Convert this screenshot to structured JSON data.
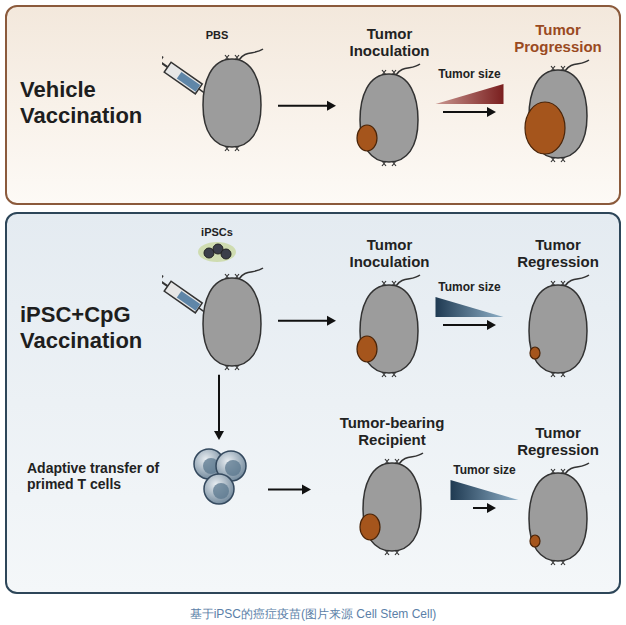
{
  "diagram": {
    "caption": "基于iPSC的癌症疫苗(图片来源 Cell Stem Cell)",
    "nodes": [
      {
        "text": [
          "Vehicle Vaccination"
        ]
      },
      {
        "text": [
          "PBS"
        ],
        "in": 0
      },
      {
        "text": [
          "Tumor Inoculation"
        ],
        "in": 0
      },
      {
        "text": [
          "Tumor Progression"
        ],
        "in": 0
      },
      {
        "text": [
          "iPSC+CpG Vaccination"
        ]
      },
      {
        "text": [
          "iPSCs"
        ],
        "in": 4
      },
      {
        "text": [
          "Tumor Inoculation"
        ],
        "in": 4
      },
      {
        "text": [
          "Tumor Regression"
        ],
        "in": 4
      },
      {
        "text": [
          "Adaptive transfer of primed T cells"
        ],
        "in": 4
      },
      {
        "text": [
          "Tumor-bearing Recipient"
        ],
        "in": 4
      },
      {
        "text": [
          "Tumor Regression"
        ],
        "in": 4
      }
    ],
    "edges": [
      {
        "from": 1,
        "to": 2,
        "arrow": "to"
      },
      {
        "from": 2,
        "to": 3,
        "label": "Tumor size",
        "arrow": "to"
      },
      {
        "from": 5,
        "to": 6,
        "arrow": "to"
      },
      {
        "from": 6,
        "to": 7,
        "label": "Tumor size",
        "arrow": "to"
      },
      {
        "from": 5,
        "to": 8,
        "arrow": "to"
      },
      {
        "from": 8,
        "to": 9,
        "arrow": "to"
      },
      {
        "from": 9,
        "to": 10,
        "label": "Tumor size",
        "arrow": "to"
      }
    ]
  }
}
